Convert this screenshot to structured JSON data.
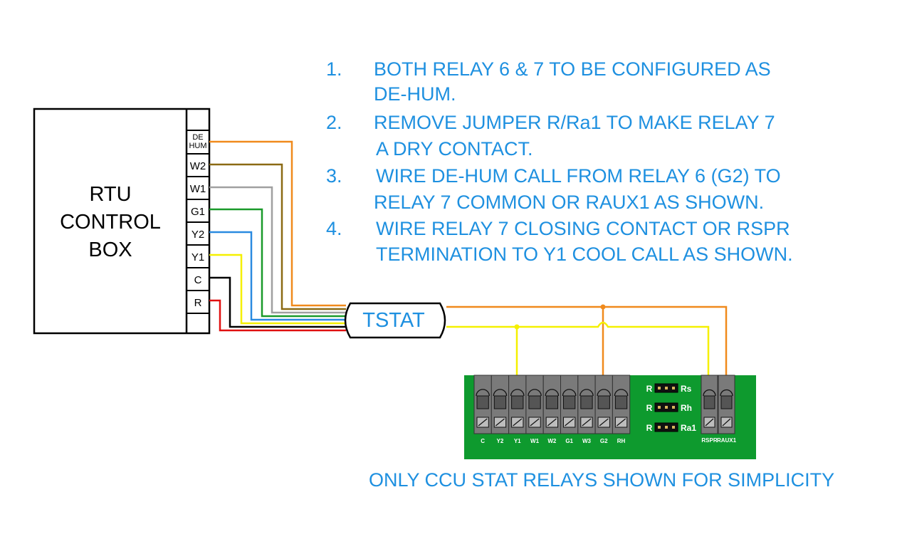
{
  "notes": [
    {
      "num": "1.",
      "line1": "BOTH RELAY 6 & 7 TO BE CONFIGURED AS",
      "line2": "DE-HUM."
    },
    {
      "num": "2.",
      "line1": "REMOVE JUMPER R/Ra1 TO MAKE RELAY 7",
      "line2": "A DRY CONTACT."
    },
    {
      "num": "3.",
      "line1": "WIRE DE-HUM CALL FROM RELAY 6 (G2) TO",
      "line2": "RELAY 7 COMMON OR RAUX1 AS SHOWN."
    },
    {
      "num": "4.",
      "line1": "WIRE RELAY 7 CLOSING CONTACT OR RSPR",
      "line2": "TERMINATION TO Y1 COOL CALL AS SHOWN."
    }
  ],
  "rtu": {
    "title_lines": [
      "RTU",
      "CONTROL",
      "BOX"
    ],
    "terminals": [
      "DE HUM",
      "W2",
      "W1",
      "G1",
      "Y2",
      "Y1",
      "C",
      "R"
    ]
  },
  "tstat": {
    "label": "TSTAT"
  },
  "board": {
    "relay_labels": [
      "C",
      "Y2",
      "Y1",
      "W1",
      "W2",
      "G1",
      "W3",
      "G2",
      "RH"
    ],
    "aux_labels": [
      "RSPR",
      "RAUX1"
    ],
    "jumpers": [
      {
        "left": "R",
        "right": "Rs"
      },
      {
        "left": "R",
        "right": "Rh"
      },
      {
        "left": "R",
        "right": "Ra1"
      }
    ]
  },
  "caption": "ONLY CCU STAT RELAYS SHOWN FOR SIMPLICITY",
  "colors": {
    "text_blue": "#1e90e0",
    "wire_orange": "#f08a1c",
    "wire_brown": "#8b6a14",
    "wire_gray": "#a0a0a0",
    "wire_green": "#1a9a2a",
    "wire_blue": "#2a8ae0",
    "wire_yellow": "#f5f000",
    "wire_black": "#000000",
    "wire_red": "#e01010",
    "pcb_green": "#0e9a2e"
  }
}
